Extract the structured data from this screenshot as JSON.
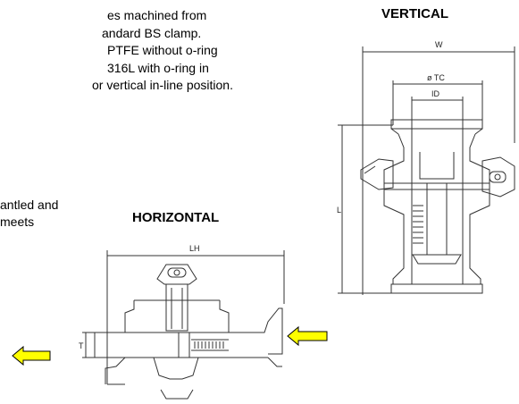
{
  "description": {
    "lines": [
      "es machined from",
      "andard BS clamp.",
      "PTFE without o-ring",
      "316L with o-ring in",
      "or vertical in-line position."
    ],
    "lines2": [
      "antled and",
      " meets"
    ]
  },
  "drawings": {
    "vertical": {
      "title": "VERTICAL",
      "dim_width": "W",
      "dim_tc": "ø TC",
      "dim_id": "ID",
      "dim_length": "L"
    },
    "horizontal": {
      "title": "HORIZONTAL",
      "dim_length": "LH",
      "dim_t": "T"
    }
  },
  "colors": {
    "arrow_fill": "#ffff00",
    "arrow_stroke": "#000000",
    "line": "#333333"
  }
}
